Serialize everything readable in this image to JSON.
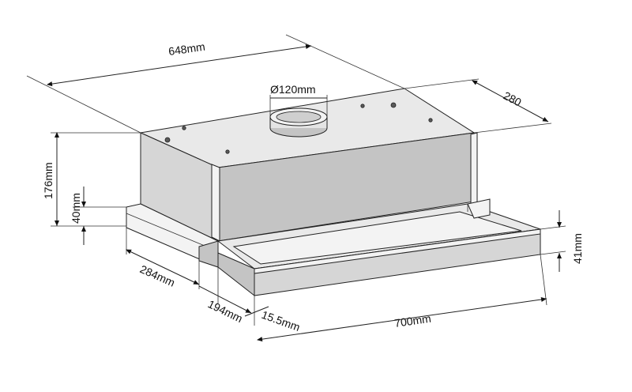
{
  "diagram": {
    "dimensions": {
      "width_top": "648mm",
      "depth": "280",
      "duct_diameter": "Ø120mm",
      "body_height": "176mm",
      "lower_height": "40mm",
      "lower_depth": "284mm",
      "slide_depth": "194mm",
      "front_offset": "15.5mm",
      "front_width": "700mm",
      "front_height": "41mm"
    }
  }
}
